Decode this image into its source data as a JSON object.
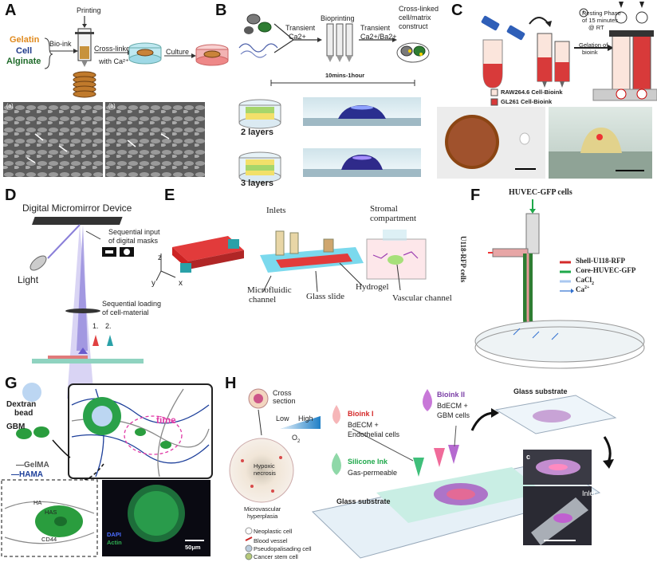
{
  "panels": {
    "A": {
      "label": "A",
      "gelatin": "Gelatin",
      "cell": "Cell",
      "alginate": "Alginate",
      "bioink": "Bio-ink",
      "printing": "Printing",
      "crosslinked": "Cross-linked",
      "with_ca": "with Ca²⁺",
      "culture": "Culture",
      "sem_a": "(a)",
      "sem_b": "(b)"
    },
    "B": {
      "label": "B",
      "transient_ca": "Transient",
      "transient_ca2": "Ca2+",
      "bioprinting": "Bioprinting",
      "transient_caba": "Transient",
      "transient_caba2": "Ca2+/Ba2+",
      "crosslinked": "Cross-linked",
      "crosslinked2": "cell/matrix",
      "crosslinked3": "construct",
      "time": "10mins-1hour",
      "layers2": "2 layers",
      "layers3": "3 layers"
    },
    "C": {
      "label": "C",
      "resting1": "Resting Phase",
      "resting2": "of 15 minutes",
      "resting3": "@ RT",
      "gelation1": "Gelation of",
      "gelation2": "bioink",
      "legend1": "RAW264.6 Cell-Bioink",
      "legend2": "GL261 Cell-Bioink"
    },
    "D": {
      "label": "D",
      "dmd": "Digital Micromirror Device",
      "seq_input1": "Sequential input",
      "seq_input2": "of digital masks",
      "light": "Light",
      "seq_load1": "Sequential loading",
      "seq_load2": "of cell-material",
      "n1": "1.",
      "n2": "2."
    },
    "E": {
      "label": "E",
      "inlets": "Inlets",
      "stromal1": "Stromal",
      "stromal2": "compartment",
      "hydrogel": "Hydrogel",
      "microfluidic1": "Microfluidic",
      "microfluidic2": "channel",
      "glass_slide": "Glass slide",
      "vascular": "Vascular channel",
      "ax_z": "z",
      "ax_y": "y",
      "ax_x": "x"
    },
    "F": {
      "label": "F",
      "huvec": "HUVEC-GFP cells",
      "u118": "U118-RFP cells",
      "leg_shell": "Shell-U118-RFP",
      "leg_core": "Core-HUVEC-GFP",
      "leg_cacl": "CaCl",
      "leg_cacl_sub": "2",
      "leg_ca": "Ca",
      "leg_ca_sup": "2+"
    },
    "G": {
      "label": "G",
      "dextran1": "Dextran",
      "dextran2": "bead",
      "gbm": "GBM",
      "time": "time",
      "gelma": "GelMA",
      "hama": "HAMA",
      "ha": "HA",
      "has": "HAS",
      "cd44": "CD44",
      "dapi": "DAPI",
      "actin": "Actin",
      "scale": "50μm"
    },
    "H": {
      "label": "H",
      "cross1": "Cross",
      "cross2": "section",
      "low": "Low",
      "high": "High",
      "o2": "O",
      "o2sub": "2",
      "hypoxic1": "Hypoxic",
      "hypoxic2": "necrosis",
      "microvascular1": "Microvascular",
      "microvascular2": "hyperplasia",
      "bioink1_title": "Bioink I",
      "bioink1_l1": "BdECM +",
      "bioink1_l2": "Endothelial cells",
      "bioink2_title": "Bioink II",
      "bioink2_l1": "BdECM +",
      "bioink2_l2": "GBM cells",
      "silicone1": "Silicone Ink",
      "silicone2": "Gas-permeable",
      "glass1": "Glass substrate",
      "glass2": "Glass substrate",
      "inset_c": "c",
      "inlet": "Inlet",
      "leg1": "Neoplastic cell",
      "leg2": "Blood vessel",
      "leg3": "Pseudopalisading cell",
      "leg4": "Cancer stem cell"
    }
  },
  "colors": {
    "gelatin": "#e08a1e",
    "cell": "#1f3a8a",
    "alginate": "#1f6b2a",
    "red": "#d42a2a",
    "green": "#1ea84a",
    "purple": "#7b3fa6",
    "blue": "#2f6fcf",
    "teal": "#2aa1a8",
    "violet": "#6a5acd"
  }
}
